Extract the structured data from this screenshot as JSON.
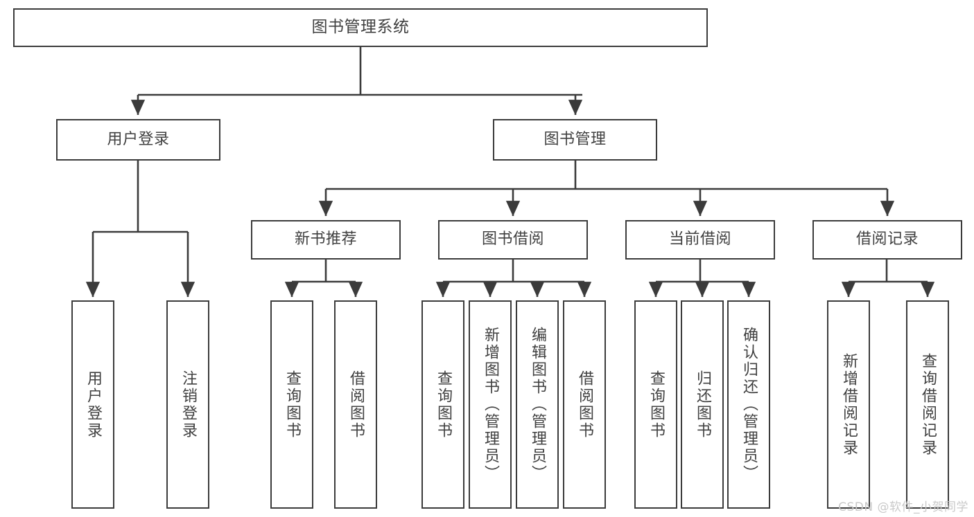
{
  "diagram": {
    "type": "tree",
    "title": "图书管理系统",
    "watermark": "CSDN @软件_小贺同学",
    "colors": {
      "box_stroke": "#3b3b3b",
      "box_fill": "#ffffff",
      "edge": "#3b3b3b",
      "text": "#404040",
      "watermark": "#c9c9c9",
      "background": "#ffffff"
    },
    "nodes": {
      "root": {
        "label": "图书管理系统"
      },
      "level2": [
        {
          "id": "user-login",
          "label": "用户登录"
        },
        {
          "id": "book-manage",
          "label": "图书管理"
        }
      ],
      "level3": [
        {
          "id": "new-book-rec",
          "label": "新书推荐"
        },
        {
          "id": "book-borrow",
          "label": "图书借阅"
        },
        {
          "id": "current-borrow",
          "label": "当前借阅"
        },
        {
          "id": "borrow-record",
          "label": "借阅记录"
        }
      ],
      "leaves": {
        "user-login": [
          {
            "id": "leaf-user-login",
            "label": "用户登录"
          },
          {
            "id": "leaf-logout",
            "label": "注销登录"
          }
        ],
        "new-book-rec": [
          {
            "id": "leaf-query-book-1",
            "label": "查询图书"
          },
          {
            "id": "leaf-borrow-book-1",
            "label": "借阅图书"
          }
        ],
        "book-borrow": [
          {
            "id": "leaf-query-book-2",
            "label": "查询图书"
          },
          {
            "id": "leaf-add-book",
            "label": "新增图书（管理员）"
          },
          {
            "id": "leaf-edit-book",
            "label": "编辑图书（管理员）"
          },
          {
            "id": "leaf-borrow-book-2",
            "label": "借阅图书"
          }
        ],
        "current-borrow": [
          {
            "id": "leaf-query-book-3",
            "label": "查询图书"
          },
          {
            "id": "leaf-return-book",
            "label": "归还图书"
          },
          {
            "id": "leaf-confirm-return",
            "label": "确认归还（管理员）"
          }
        ],
        "borrow-record": [
          {
            "id": "leaf-add-record",
            "label": "新增借阅记录"
          },
          {
            "id": "leaf-query-record",
            "label": "查询借阅记录"
          }
        ]
      }
    }
  }
}
